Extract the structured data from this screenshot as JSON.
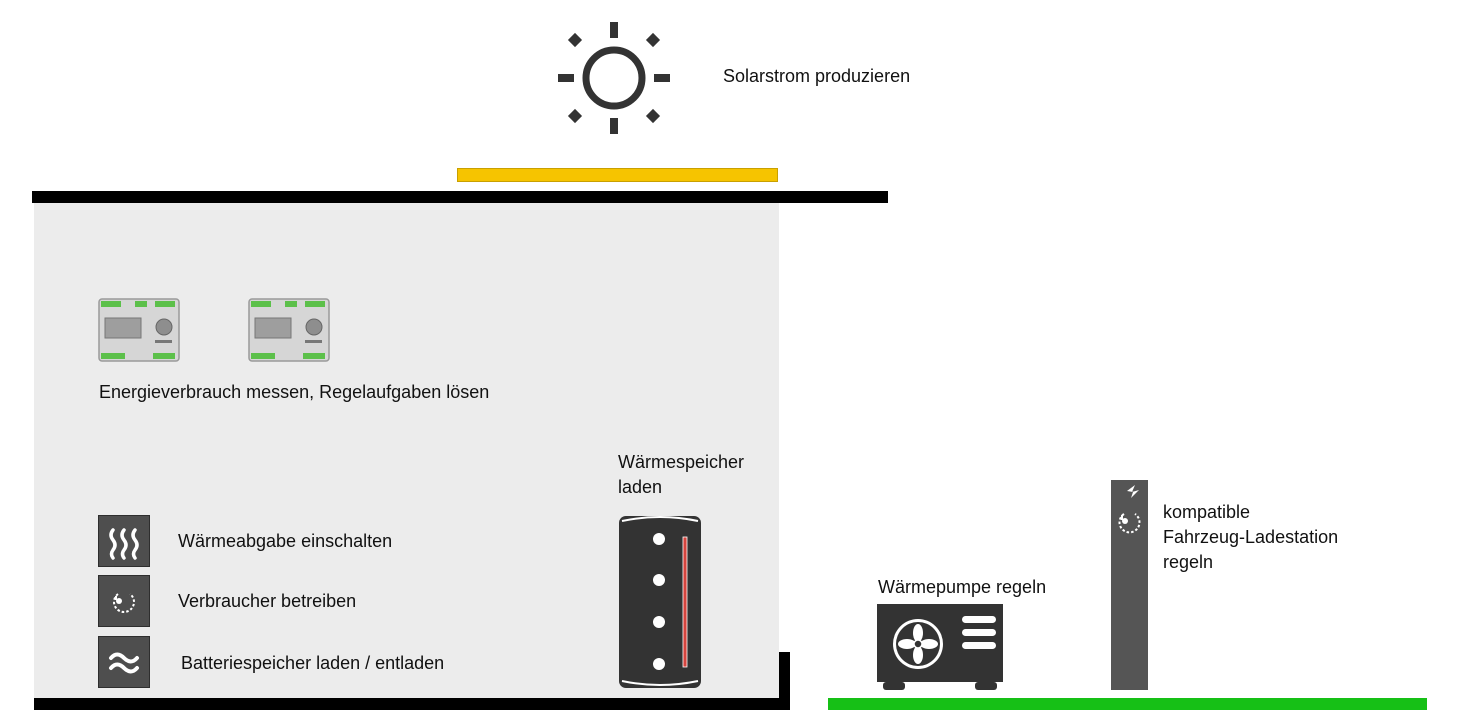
{
  "sun": {
    "icon": "sun-icon",
    "label": "Solarstrom produzieren"
  },
  "meters": {
    "icon": "energy-meter-icon",
    "label": "Energieverbrauch messen, Regelaufgaben lösen"
  },
  "tasks": [
    {
      "icon": "heat-waves-icon",
      "label": "Wärmeabgabe einschalten"
    },
    {
      "icon": "power-plug-icon",
      "label": "Verbraucher betreiben"
    },
    {
      "icon": "battery-wave-icon",
      "label": "Batteriespeicher laden / entladen"
    }
  ],
  "heat_storage": {
    "icon": "heat-storage-tank-icon",
    "label_line1": "Wärmespeicher",
    "label_line2": "laden"
  },
  "heat_pump": {
    "icon": "heat-pump-icon",
    "label": "Wärmepumpe regeln"
  },
  "charging_station": {
    "icon": "ev-charger-icon",
    "label_line1": "kompatible",
    "label_line2": "Fahrzeug-Ladestation",
    "label_line3": "regeln"
  },
  "colors": {
    "solar_panel": "#f6c400",
    "ground": "#16c016",
    "house_fill": "#ececec",
    "icon_fill": "#4e4e4e",
    "meter_green": "#5cc04a"
  }
}
